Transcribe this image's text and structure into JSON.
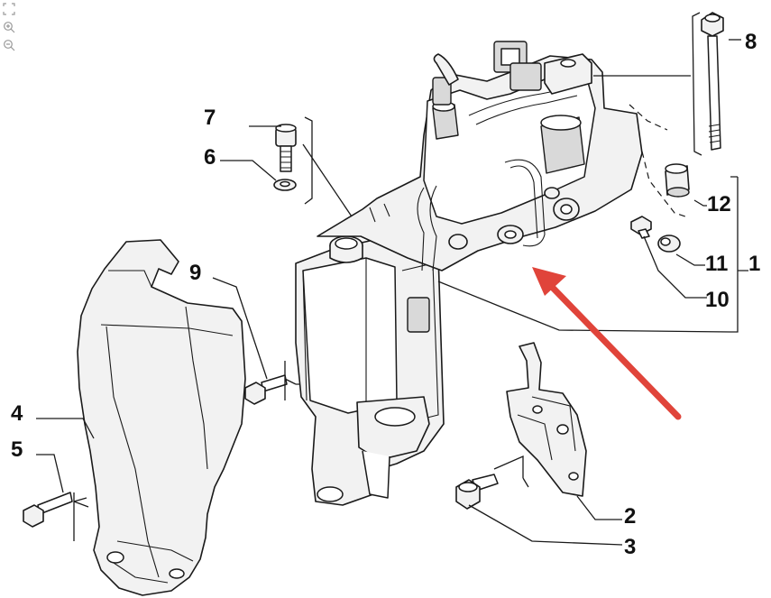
{
  "viewer": {
    "tools": [
      {
        "name": "fit-to-window-icon"
      },
      {
        "name": "zoom-in-icon"
      },
      {
        "name": "zoom-out-icon"
      }
    ]
  },
  "callouts": {
    "c1": "1",
    "c2": "2",
    "c3": "3",
    "c4": "4",
    "c5": "5",
    "c6": "6",
    "c7": "7",
    "c8": "8",
    "c9": "9",
    "c10": "10",
    "c11": "11",
    "c12": "12"
  },
  "colors": {
    "ink": "#1a1a1a",
    "highlight_arrow": "#e0443a"
  }
}
